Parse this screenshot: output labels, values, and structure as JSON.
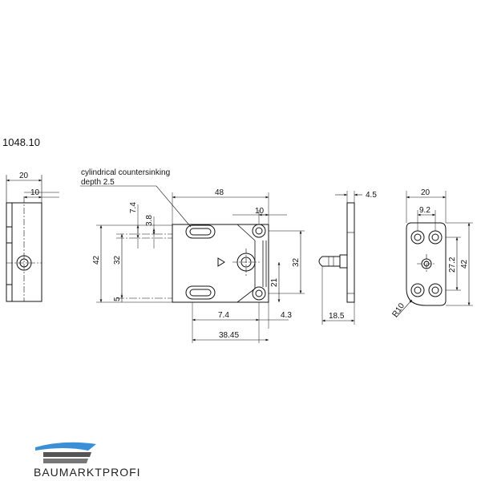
{
  "part_number": "1048.10",
  "note": {
    "line1": "cylindrical countersinking",
    "line2": "depth 2.5"
  },
  "dimensions": {
    "left_width": "20",
    "left_inner": "10",
    "front_width": "48",
    "front_height_outer": "42",
    "front_height_inner": "32",
    "front_offset": "5",
    "slot_7_4": "7.4",
    "slot_3_8": "3.8",
    "hole_spacing_10": "10",
    "right_height_32": "32",
    "right_height_21": "21",
    "bottom_7_4": "7.4",
    "bottom_4_3": "4.3",
    "bottom_38_45": "38.45",
    "side_4_5": "4.5",
    "side_18_5": "18.5",
    "end_width": "20",
    "end_spacing": "9.2",
    "end_height_27_2": "27.2",
    "end_height_42": "42",
    "end_radius": "R10"
  },
  "logo": {
    "text": "BAUMARKTPROFI",
    "colors": {
      "blue": "#3a8fd6",
      "dark": "#333333"
    }
  }
}
